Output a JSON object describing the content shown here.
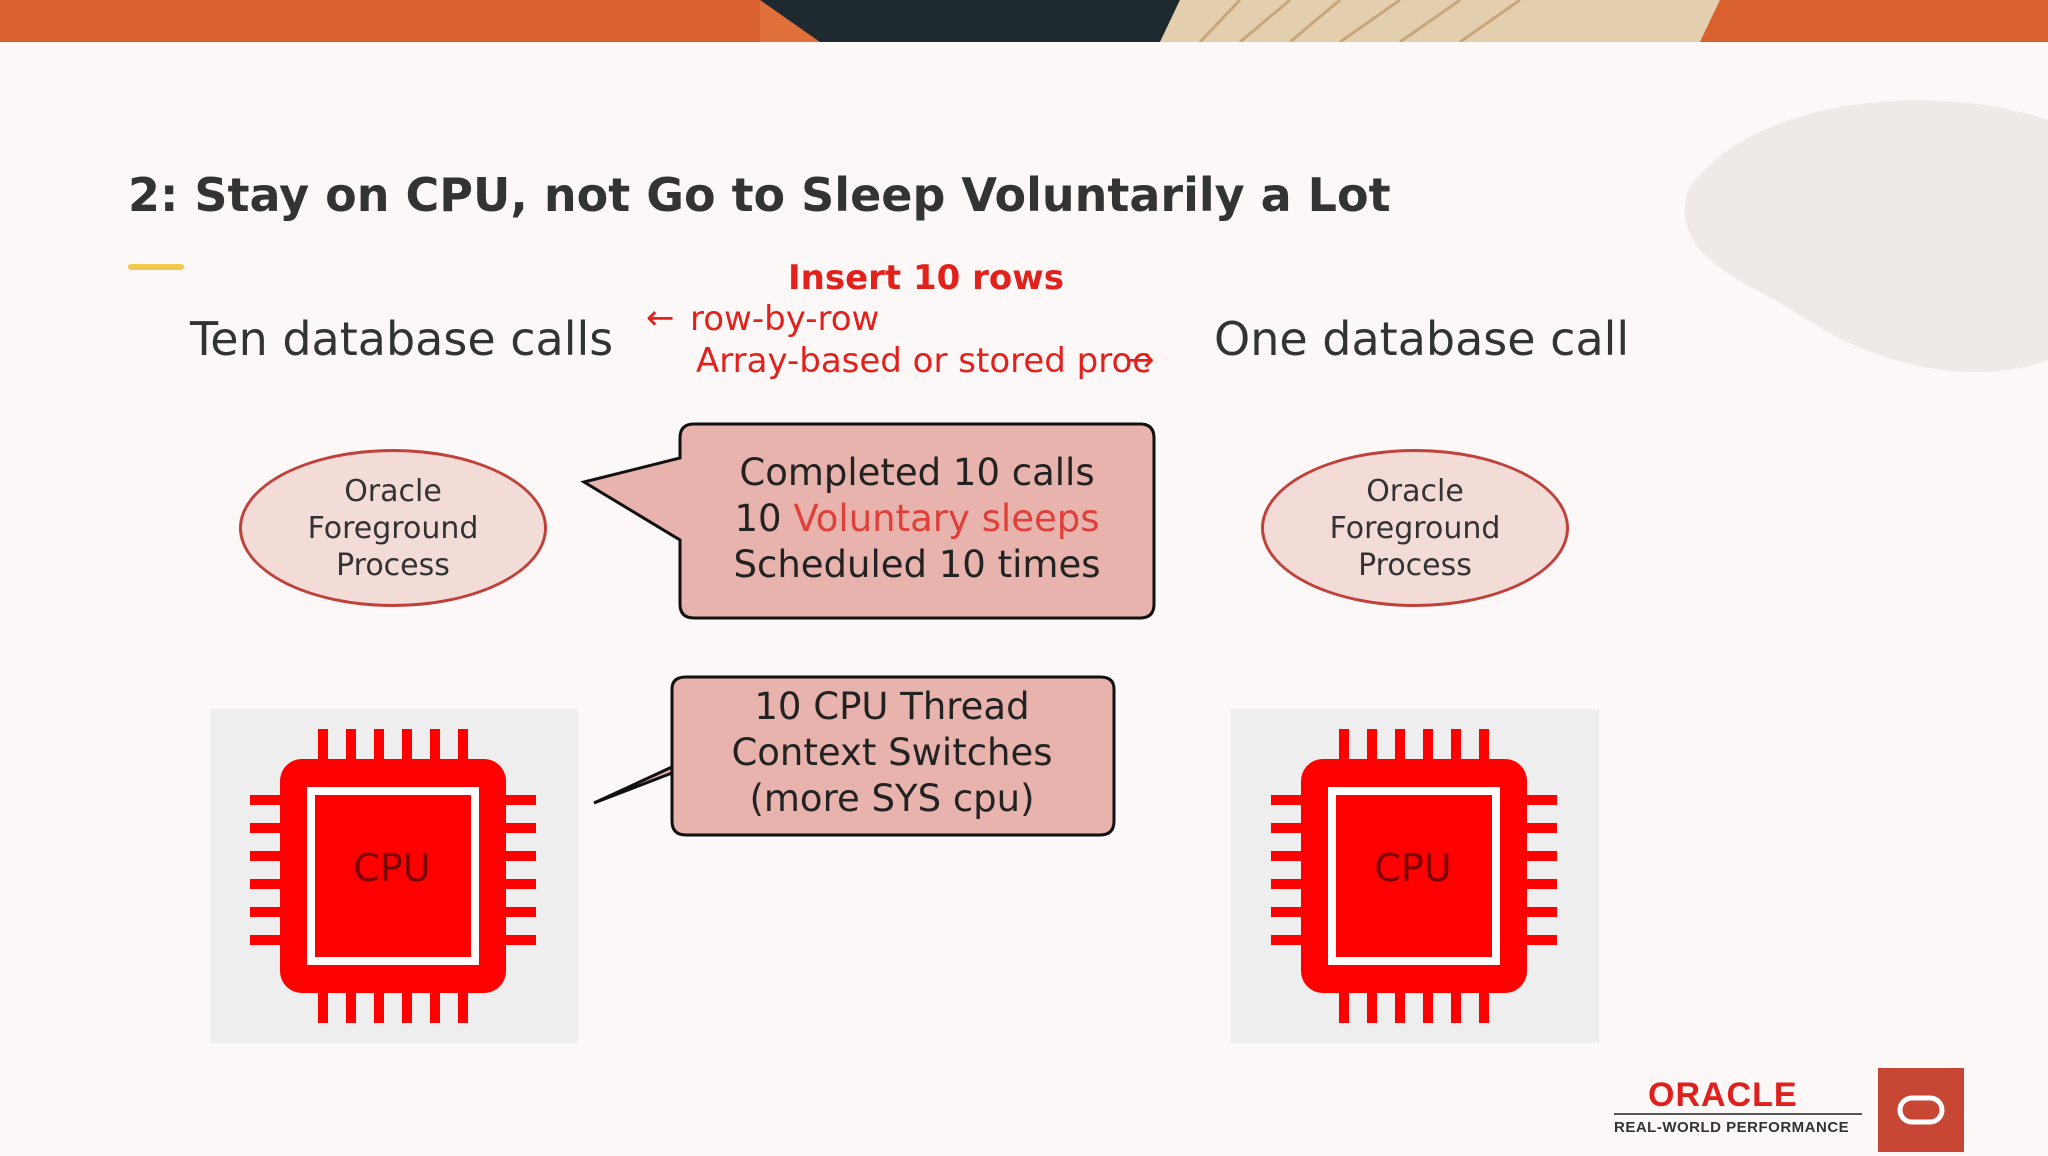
{
  "slide": {
    "title": "2: Stay on CPU, not Go to Sleep Voluntarily a Lot"
  },
  "left": {
    "heading": "Ten database calls",
    "process": [
      "Oracle",
      "Foreground",
      "Process"
    ],
    "cpu_label": "CPU"
  },
  "right": {
    "heading": "One database call",
    "process": [
      "Oracle",
      "Foreground",
      "Process"
    ],
    "cpu_label": "CPU"
  },
  "insert": {
    "title": "Insert 10 rows",
    "row_by_row": "row-by-row",
    "array_based": "Array-based or stored proc",
    "left_arrow": "←",
    "right_arrow": "→"
  },
  "callout_sleep": {
    "line1": "Completed 10 calls",
    "line2_prefix": "10 ",
    "line2_highlight": "Voluntary sleeps",
    "line3": "Scheduled 10 times"
  },
  "callout_cpu": {
    "line1": "10 CPU Thread",
    "line2": "Context Switches",
    "line3": "(more SYS cpu)"
  },
  "footer": {
    "brand": "ORACLE",
    "subtitle": "REAL-WORLD PERFORMANCE"
  },
  "colors": {
    "accent_red": "#e2211c",
    "chip_red": "#ff0000",
    "callout_fill": "#e8b3ad",
    "ellipse_fill": "#f3dcd8",
    "title_accent": "#f2c84b",
    "oracle_badge": "#c74634"
  }
}
